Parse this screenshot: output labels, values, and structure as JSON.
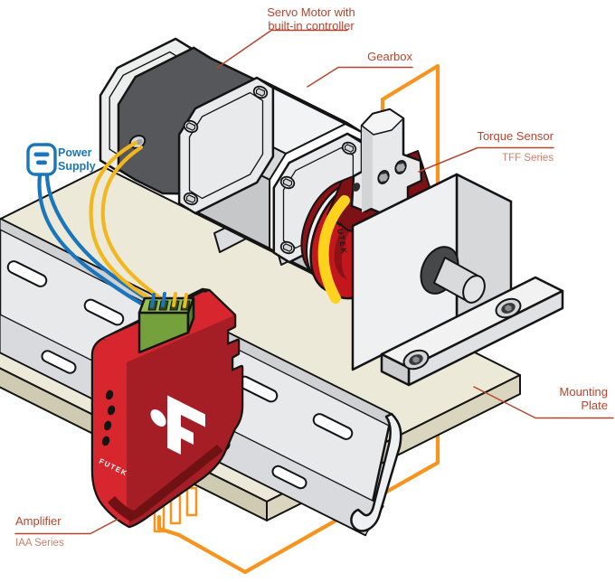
{
  "labels": {
    "servo_motor": {
      "line1": "Servo Motor with",
      "line2": "built-in controller"
    },
    "gearbox": {
      "label": "Gearbox"
    },
    "torque_sensor": {
      "label": "Torque Sensor",
      "series": "TFF Series"
    },
    "mounting_plate": {
      "line1": "Mounting",
      "line2": "Plate"
    },
    "amplifier": {
      "label": "Amplifier",
      "series": "IAA Series"
    },
    "power_supply": {
      "line1": "Power",
      "line2": "Supply"
    }
  },
  "branding": {
    "sensor_band": "FUTEK",
    "amplifier_side": "FUTEK"
  },
  "icons": {
    "power_supply": "rounded-square-outlet-with-two-bars"
  },
  "colors": {
    "label_red": "#b5452e",
    "series_red": "#ce7f6b",
    "power_blue": "#1b75bc",
    "wire_yellow": "#f2b71c",
    "wire_orange": "#f7941e",
    "amplifier_red": "#cf2730",
    "amplifier_front_red": "#a61e25",
    "sensor_red": "#c4161d",
    "sensor_band_yellow": "#ffd21e",
    "terminal_green": "#8fbf4d",
    "plate_beige": "#ece9d8",
    "outline": "#141414"
  }
}
